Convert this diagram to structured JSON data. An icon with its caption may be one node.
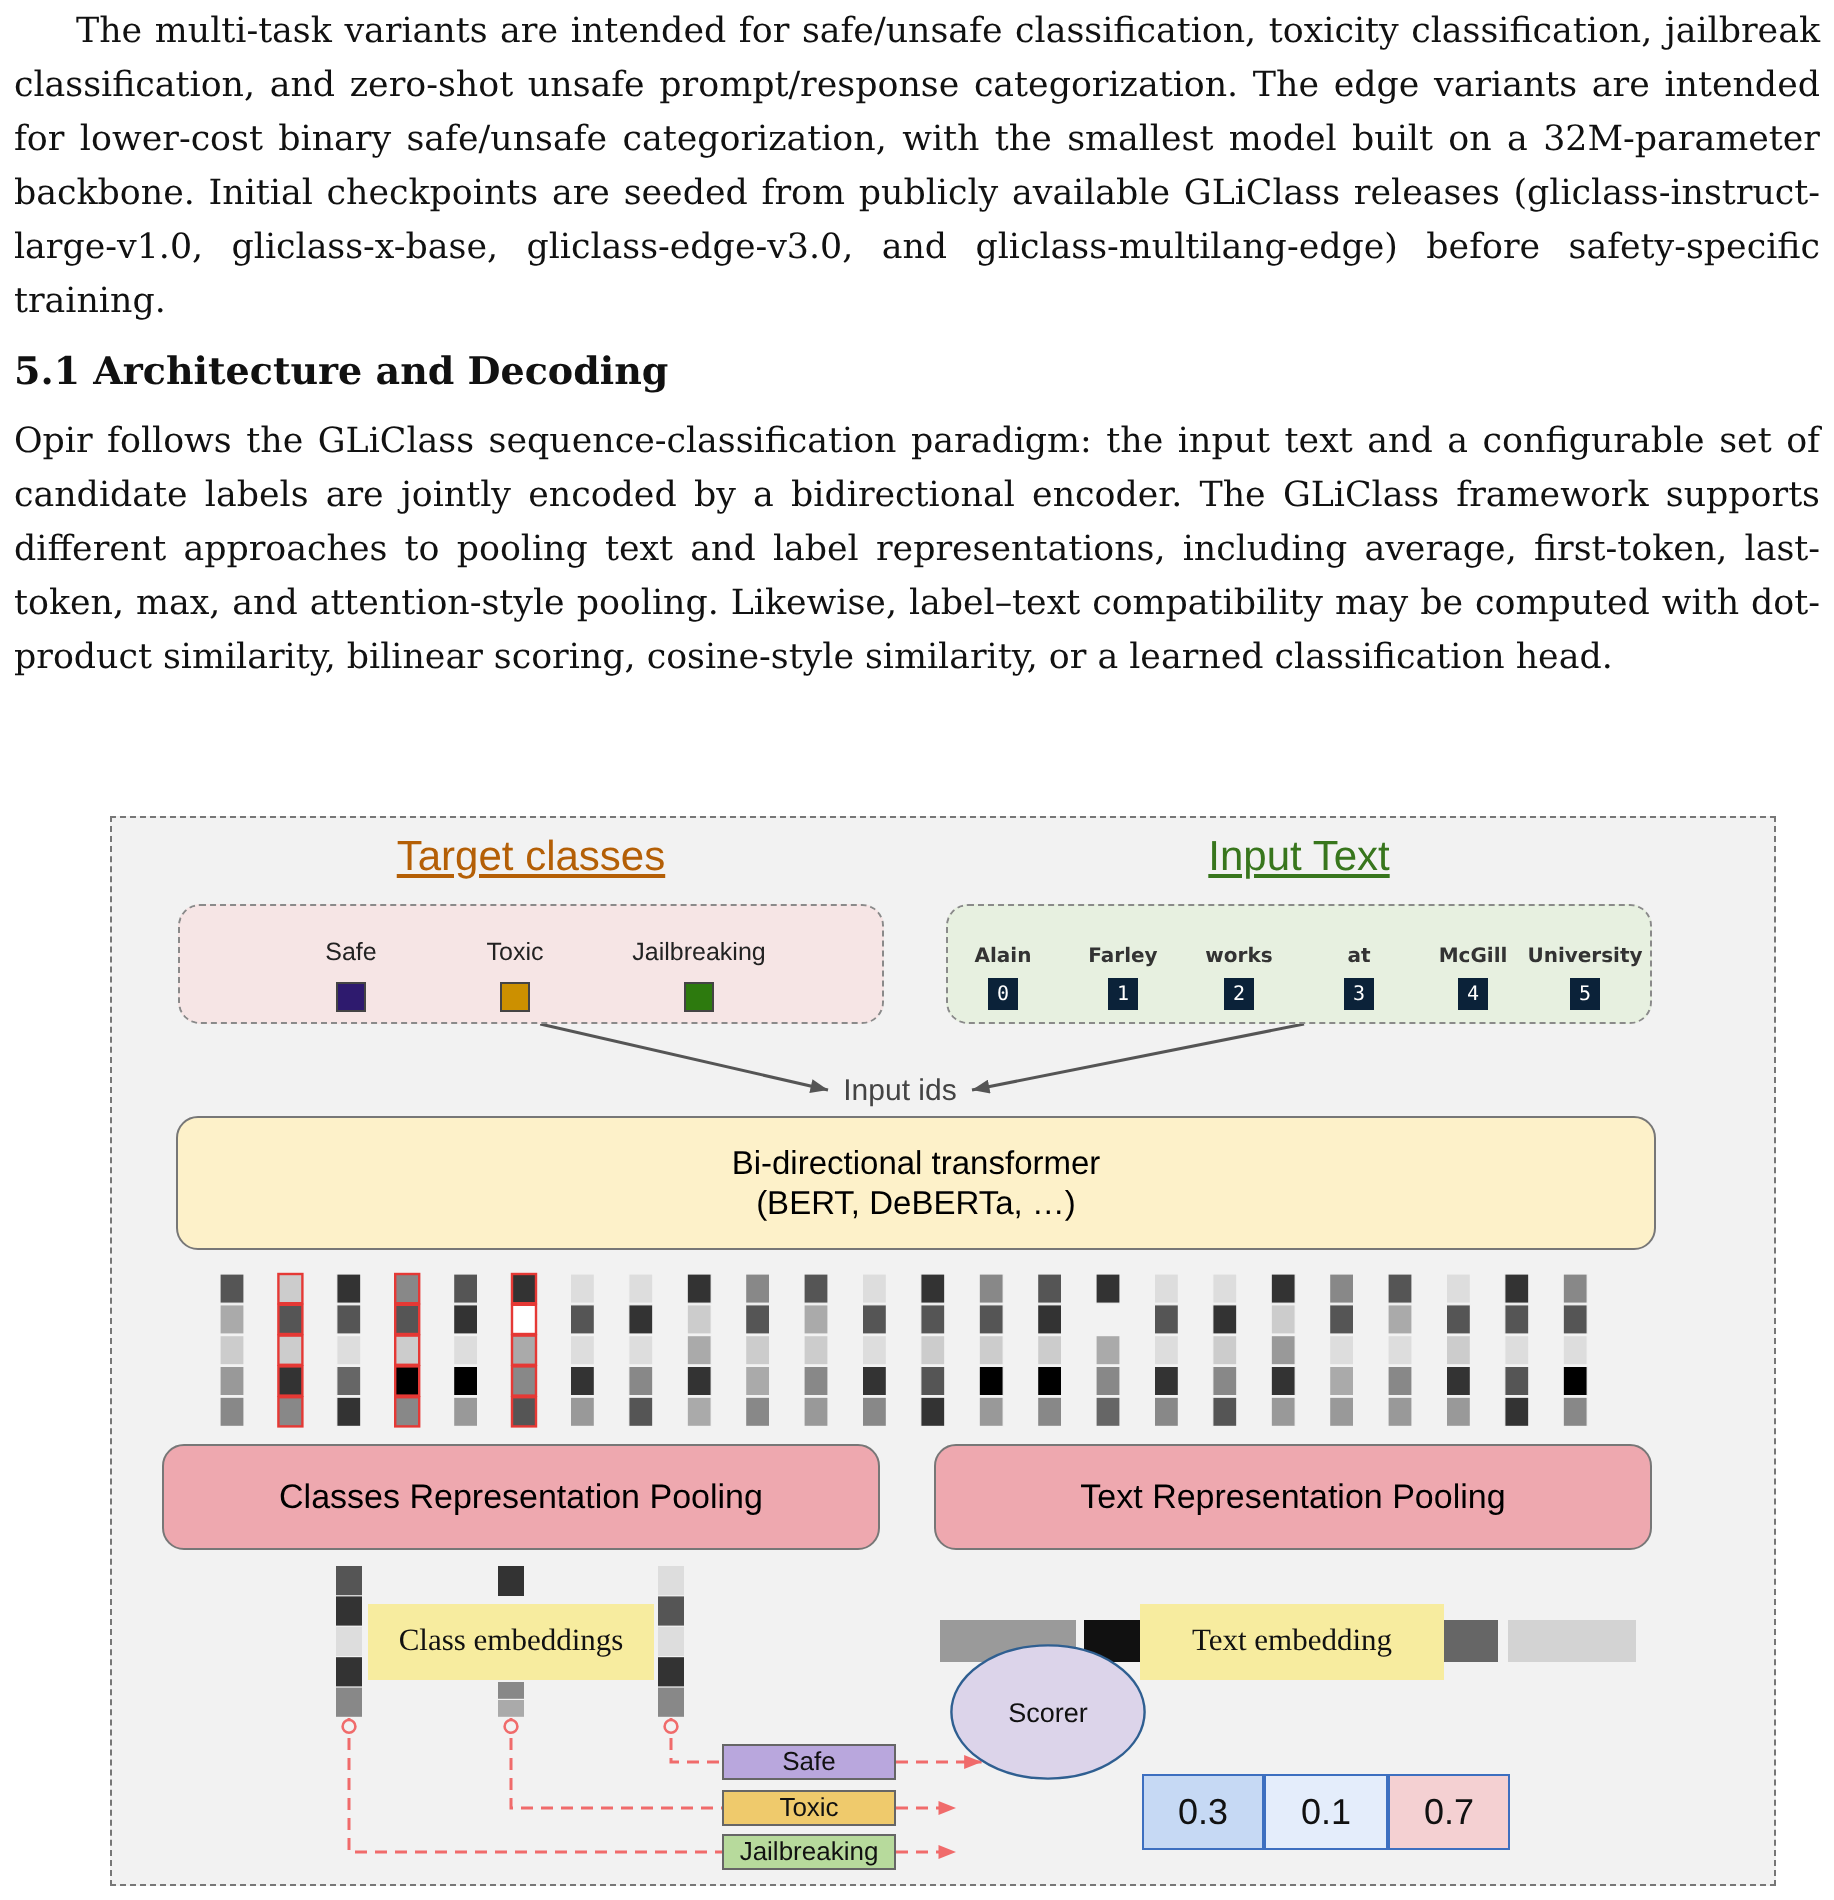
{
  "diagram": {
    "nodes": [
      {
        "text": [
          "Target classes"
        ]
      },
      {
        "text": [],
        "shape": "box",
        "beside": [
          "Safe"
        ],
        "in": 0
      },
      {
        "text": [],
        "shape": "box",
        "beside": [
          "Toxic"
        ],
        "in": 0
      },
      {
        "text": [],
        "shape": "box",
        "beside": [
          "Jailbreaking"
        ],
        "in": 0
      },
      {
        "text": [
          "Input Text"
        ]
      },
      {
        "text": [
          "0"
        ],
        "beside": [
          "Alain"
        ],
        "in": 4
      },
      {
        "text": [
          "1"
        ],
        "beside": [
          "Farley"
        ],
        "in": 4
      },
      {
        "text": [
          "2"
        ],
        "beside": [
          "works"
        ],
        "in": 4
      },
      {
        "text": [
          "3"
        ],
        "beside": [
          "at"
        ],
        "in": 4
      },
      {
        "text": [
          "4"
        ],
        "beside": [
          "McGill"
        ],
        "in": 4
      },
      {
        "text": [
          "5"
        ],
        "beside": [
          "University"
        ],
        "in": 4
      },
      {
        "text": [
          "Input ids"
        ]
      },
      {
        "text": [
          "Bi-directional transformer (BERT, DeBERTa, …)"
        ]
      },
      {
        "text": [
          "Classes Representation Pooling"
        ]
      },
      {
        "text": [
          "Text Representation Pooling"
        ]
      },
      {
        "text": [],
        "shape": "bar"
      },
      {
        "text": [],
        "shape": "bar"
      },
      {
        "text": [],
        "shape": "bar"
      },
      {
        "text": [
          "Class embeddings"
        ]
      },
      {
        "text": [
          "Text embedding"
        ]
      },
      {
        "text": [
          "Scorer"
        ]
      },
      {
        "text": [
          "Safe"
        ]
      },
      {
        "text": [
          "Toxic"
        ]
      },
      {
        "text": [
          "Jailbreaking"
        ]
      },
      {
        "text": [
          "0.3"
        ]
      },
      {
        "text": [
          "0.1"
        ]
      },
      {
        "text": [
          "0.7"
        ]
      }
    ],
    "edges": [
      {
        "from": 0,
        "to": 11,
        "arrow": "to",
        "color": "#555555"
      },
      {
        "from": 4,
        "to": 11,
        "arrow": "to",
        "color": "#555555"
      },
      {
        "from": 17,
        "to": 21,
        "arrow": "other",
        "style": "dashed",
        "color": "#f06b6b"
      },
      {
        "from": 16,
        "to": 22,
        "arrow": "other",
        "style": "dashed",
        "color": "#f06b6b"
      },
      {
        "from": 15,
        "to": 23,
        "arrow": "other",
        "style": "dashed",
        "color": "#f06b6b"
      },
      {
        "from": 21,
        "to": 20,
        "arrow": "to",
        "style": "dashed",
        "color": "#f06b6b"
      },
      {
        "from": 22,
        "to": null,
        "arrow": "to",
        "style": "dashed",
        "color": "#f06b6b"
      },
      {
        "from": 23,
        "to": null,
        "arrow": "to",
        "style": "dashed",
        "color": "#f06b6b"
      }
    ],
    "labels": [
      "The multi-task variants are intended for safe/unsafe classification, toxicity classification, jailbreak classification, and zero-shot unsafe prompt/response categorization. The edge variants are intended for lower-cost binary safe/unsafe categorization, with the smallest model built on a 32M-parameter backbone. Initial checkpoints are seeded from publicly available GLiClass releases (gliclass-instruct-large-v1.0, gliclass-x-base, gliclass-edge-v3.0, and gliclass-multilang-edge) before safety-specific training.",
      "5.1 Architecture and Decoding",
      "Opir follows the GLiClass sequence-classification paradigm: the input text and a configurable set of candidate labels are jointly encoded by a bidirectional encoder. The GLiClass framework supports different approaches to pooling text and label representations, including average, first-token, last-token, max, and attention-style pooling. Likewise, label–text compatibility may be computed with dot-product similarity, bilinear scoring, cosine-style similarity, or a learned classification head."
    ]
  }
}
